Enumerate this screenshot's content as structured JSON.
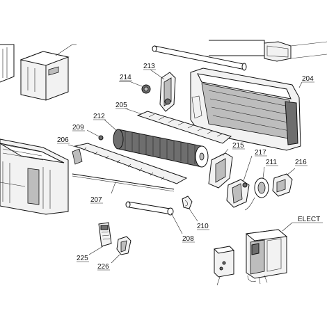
{
  "labels": {
    "p204": "204",
    "p205": "205",
    "p206": "206",
    "p207": "207",
    "p208": "208",
    "p209": "209",
    "p210": "210",
    "p211": "211",
    "p212": "212",
    "p213": "213",
    "p214": "214",
    "p215": "215",
    "p216": "216",
    "p217": "217",
    "p225": "225",
    "p226": "226",
    "elect": "ELECT"
  },
  "colors": {
    "line": "#111111",
    "part_fill": "#f2f2f2",
    "shade": "#6e6e6e"
  }
}
